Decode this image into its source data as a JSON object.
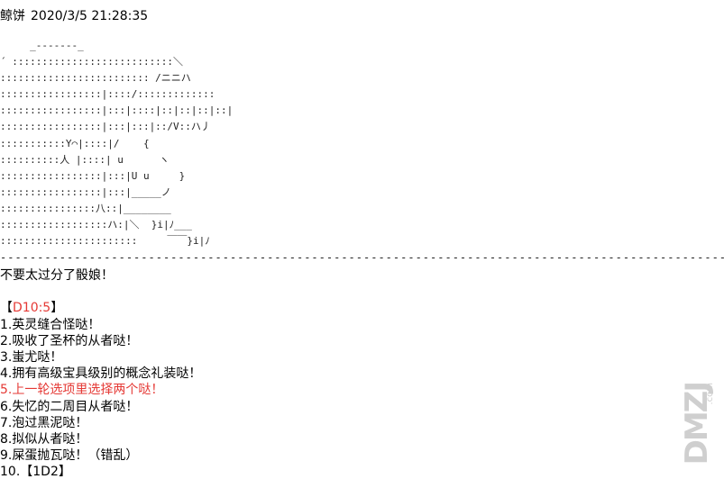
{
  "header": {
    "author": "鲸饼",
    "timestamp": "2020/3/5 21:28:35"
  },
  "ascii_art": [
    "     _-------_",
    "´ :::::::::::::::::::::::::::＼",
    "::::::::::::::::::::::::: /ニニハ",
    ":::::::::::::::::|::::/:::::::::::::",
    ":::::::::::::::::|:::|::::|::|::|::|::|",
    ":::::::::::::::::|:::|:::|::/V::ハ丿",
    ":::::::::::Y⌒|::::|/    {",
    "::::::::::人 |::::| u      ヽ",
    ":::::::::::::::::|:::|U u     }",
    ":::::::::::::::::|:::|_____ノ",
    "::::::::::::::::八::|________",
    "::::::::::::::::::ハ:|＼  }i|ﾉ___",
    ":::::::::::::::::::::::     ￣￣}i|ﾉ"
  ],
  "separator": "------------------------------------------------------------------------------------------------------------------------------------------------------------------",
  "lines": [
    "不要太过分了骰娘！",
    "",
    "【D10:5】",
    "1.英灵缝合怪哒！",
    "2.吸收了圣杯的从者哒！",
    "3.蚩尤哒！",
    "4.拥有高级宝具级别的概念礼装哒！",
    "5.上一轮选项里选择两个哒！",
    "6.失忆的二周目从者哒！",
    "7.泡过黑泥哒！",
    "8.拟似从者哒！",
    "9.屎蛋抛瓦哒！（错乱）",
    "10.【1D2】"
  ],
  "dice": {
    "bracket_open": "【",
    "roll": "D10:5",
    "bracket_close": "】"
  },
  "colors": {
    "highlight": "#e53935",
    "watermark": "#cfcfcf"
  },
  "watermark": {
    "brand": "DMZJ",
    "suffix": ".com"
  }
}
